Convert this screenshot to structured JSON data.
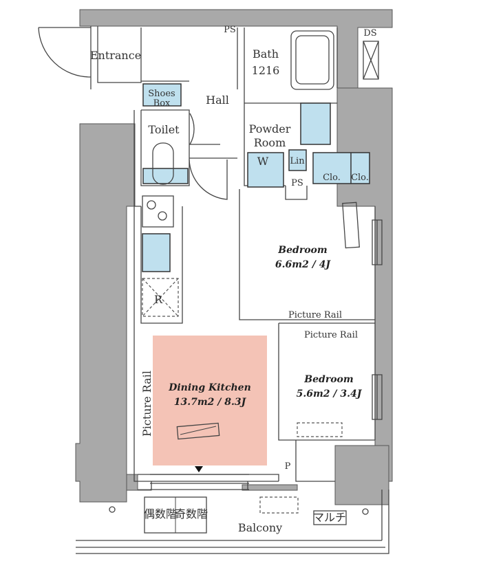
{
  "plan": {
    "rooms": {
      "entrance": "Entrance",
      "shoes_box_1": "Shoes",
      "shoes_box_2": "Box",
      "hall": "Hall",
      "bath_1": "Bath",
      "bath_2": "1216",
      "toilet": "Toilet",
      "powder_1": "Powder",
      "powder_2": "Room",
      "washer": "W",
      "linen": "Lin",
      "ps_top": "PS",
      "ps_mid": "PS",
      "ds": "DS",
      "closet_1": "Clo.",
      "closet_2": "Clo.",
      "refrigerator": "R",
      "pipe": "P",
      "balcony": "Balcony",
      "even_floor": "偶数階",
      "odd_floor": "奇数階",
      "multi": "マルチ"
    },
    "bedroom_1": {
      "name": "Bedroom",
      "size": "6.6m2 / 4J",
      "rail": "Picture Rail"
    },
    "bedroom_2": {
      "name": "Bedroom",
      "size": "5.6m2 / 3.4J",
      "rail": "Picture Rail"
    },
    "dining_kitchen": {
      "name": "Dining Kitchen",
      "size": "13.7m2 / 8.3J",
      "rail": "Picture Rail"
    },
    "colors": {
      "highlight": "#f4c3b6",
      "fixture": "#bfe0ee",
      "wall": "#a9a9a9"
    }
  }
}
